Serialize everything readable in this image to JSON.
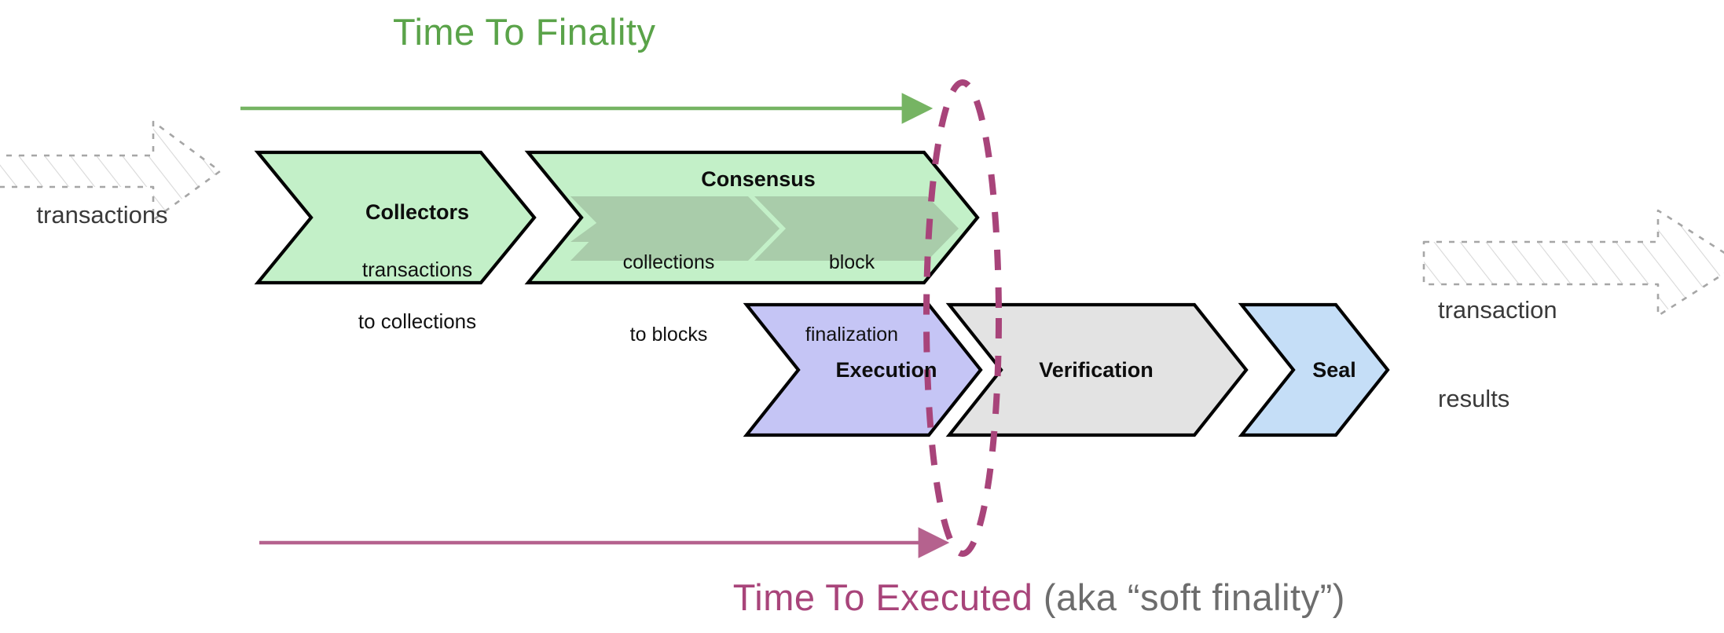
{
  "diagram": {
    "title_finality": "Time To Finality",
    "title_executed": "Time To Executed",
    "title_executed_note": "(aka “soft finality”)",
    "colors": {
      "green_accent": "#5aa349",
      "magenta_accent": "#a8447a",
      "gray_note": "#6d6d6d",
      "collectors_fill": "#c3f0c8",
      "consensus_fill": "#c3f0c8",
      "consensus_sub_fill": "#a9ccaa",
      "execution_fill": "#c5c5f5",
      "verification_fill": "#e3e3e3",
      "seal_fill": "#c5def7",
      "stroke": "#000000",
      "ghost_stroke": "#9e9e9e"
    },
    "inputs": {
      "left_ghost_label": "transactions",
      "right_ghost_label_line1": "transaction",
      "right_ghost_label_line2": "results"
    },
    "pipeline_top": [
      {
        "id": "collectors",
        "title": "Collectors",
        "sub_line1": "transactions",
        "sub_line2": "to collections"
      },
      {
        "id": "consensus",
        "title": "Consensus",
        "subs": [
          {
            "id": "collections-to-blocks",
            "line1": "collections",
            "line2": "to blocks"
          },
          {
            "id": "block-finalization",
            "line1": "block",
            "line2": "finalization"
          }
        ]
      }
    ],
    "pipeline_bottom": [
      {
        "id": "execution",
        "title": "Execution"
      },
      {
        "id": "verification",
        "title": "Verification"
      },
      {
        "id": "seal",
        "title": "Seal"
      }
    ],
    "arrows": {
      "finality_arrow_name": "time-to-finality-arrow",
      "executed_arrow_name": "time-to-executed-arrow"
    },
    "marker": {
      "name": "finality-boundary-ellipse"
    }
  }
}
